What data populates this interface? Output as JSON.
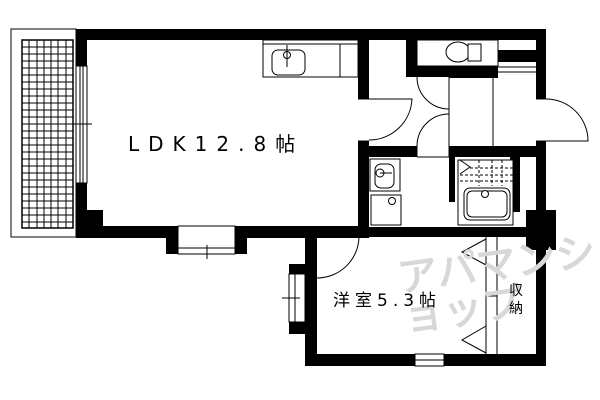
{
  "floor_plan": {
    "rooms": [
      {
        "id": "ldk",
        "label": "LDK12.8帖",
        "type": "living-dining-kitchen",
        "size_jo": 12.8
      },
      {
        "id": "western-room",
        "label": "洋室5.3帖",
        "type": "western-style-room",
        "size_jo": 5.3
      },
      {
        "id": "storage",
        "label": "収納",
        "type": "closet"
      }
    ],
    "fixtures": [
      "kitchen-sink",
      "toilet",
      "washbasin",
      "washing-machine-space",
      "bathtub",
      "shower-area",
      "balcony"
    ],
    "watermark": "アパマンショップ",
    "colors": {
      "wall": "#000000",
      "background": "#ffffff",
      "watermark": "#d8d8d8"
    }
  }
}
